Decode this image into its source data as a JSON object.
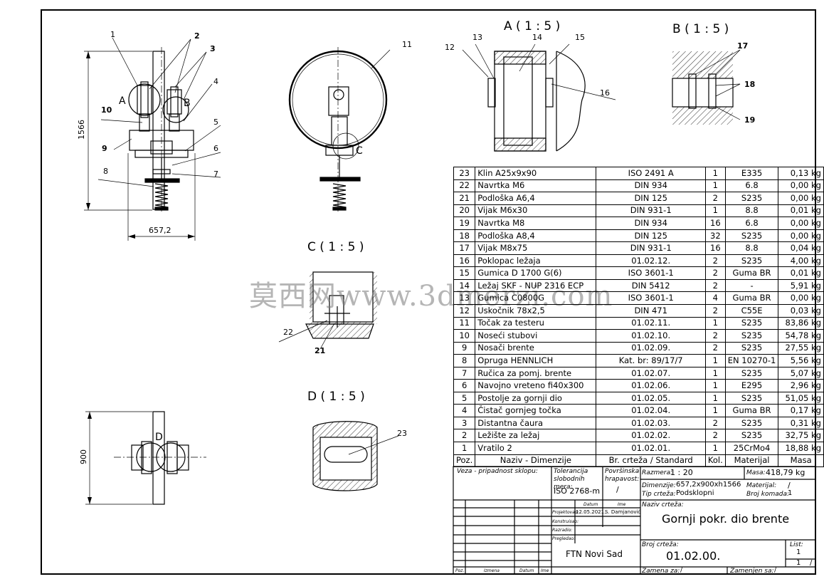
{
  "views": {
    "A": "A ( 1 : 5 )",
    "B": "B ( 1 : 5 )",
    "C": "C ( 1 : 5 )",
    "D": "D ( 1 : 5 )"
  },
  "view_markers": {
    "A": "A",
    "B": "B",
    "C": "C",
    "D": "D"
  },
  "dimensions": {
    "height": "1566",
    "width": "657,2",
    "depth": "900"
  },
  "callouts": [
    "1",
    "2",
    "3",
    "4",
    "5",
    "6",
    "7",
    "8",
    "9",
    "10",
    "11",
    "12",
    "13",
    "14",
    "15",
    "16",
    "17",
    "18",
    "19",
    "21",
    "22",
    "23"
  ],
  "watermark": "莫西网www.3dmerzi.com",
  "bom": {
    "rows": [
      {
        "poz": "23",
        "naziv": "Klin A25x9x90",
        "standard": "ISO 2491 A",
        "kol": "1",
        "mat": "E335",
        "masa": "0,13 kg"
      },
      {
        "poz": "22",
        "naziv": "Navrtka M6",
        "standard": "DIN 934",
        "kol": "1",
        "mat": "6.8",
        "masa": "0,00 kg"
      },
      {
        "poz": "21",
        "naziv": "Podloška A6,4",
        "standard": "DIN 125",
        "kol": "2",
        "mat": "S235",
        "masa": "0,00 kg"
      },
      {
        "poz": "20",
        "naziv": "Vijak M6x30",
        "standard": "DIN 931-1",
        "kol": "1",
        "mat": "8.8",
        "masa": "0,01 kg"
      },
      {
        "poz": "19",
        "naziv": "Navrtka M8",
        "standard": "DIN 934",
        "kol": "16",
        "mat": "6.8",
        "masa": "0,00 kg"
      },
      {
        "poz": "18",
        "naziv": "Podloška A8,4",
        "standard": "DIN 125",
        "kol": "32",
        "mat": "S235",
        "masa": "0,00 kg"
      },
      {
        "poz": "17",
        "naziv": "Vijak M8x75",
        "standard": "DIN 931-1",
        "kol": "16",
        "mat": "8.8",
        "masa": "0,04 kg"
      },
      {
        "poz": "16",
        "naziv": "Poklopac ležaja",
        "standard": "01.02.12.",
        "kol": "2",
        "mat": "S235",
        "masa": "4,00 kg"
      },
      {
        "poz": "15",
        "naziv": "Gumica D 1700 G(6)",
        "standard": "ISO 3601-1",
        "kol": "2",
        "mat": "Guma BR",
        "masa": "0,01 kg"
      },
      {
        "poz": "14",
        "naziv": "Ležaj SKF - NUP 2316 ECP",
        "standard": "DIN 5412",
        "kol": "2",
        "mat": "-",
        "masa": "5,91 kg"
      },
      {
        "poz": "13",
        "naziv": "Gumica C0800G",
        "standard": "ISO 3601-1",
        "kol": "4",
        "mat": "Guma BR",
        "masa": "0,00 kg"
      },
      {
        "poz": "12",
        "naziv": "Uskočnik 78x2,5",
        "standard": "DIN 471",
        "kol": "2",
        "mat": "C55E",
        "masa": "0,03 kg"
      },
      {
        "poz": "11",
        "naziv": "Točak za testeru",
        "standard": "01.02.11.",
        "kol": "1",
        "mat": "S235",
        "masa": "83,86 kg"
      },
      {
        "poz": "10",
        "naziv": "Noseći stubovi",
        "standard": "01.02.10.",
        "kol": "2",
        "mat": "S235",
        "masa": "54,78 kg"
      },
      {
        "poz": "9",
        "naziv": "Nosači brente",
        "standard": "01.02.09.",
        "kol": "2",
        "mat": "S235",
        "masa": "27,55 kg"
      },
      {
        "poz": "8",
        "naziv": "Opruga HENNLICH",
        "standard": "Kat. br: 89/17/7",
        "kol": "1",
        "mat": "EN 10270-1",
        "masa": "5,56 kg"
      },
      {
        "poz": "7",
        "naziv": "Ručica za pomj. brente",
        "standard": "01.02.07.",
        "kol": "1",
        "mat": "S235",
        "masa": "5,07 kg"
      },
      {
        "poz": "6",
        "naziv": "Navojno vreteno fi40x300",
        "standard": "01.02.06.",
        "kol": "1",
        "mat": "E295",
        "masa": "2,96 kg"
      },
      {
        "poz": "5",
        "naziv": "Postolje za gornji dio",
        "standard": "01.02.05.",
        "kol": "1",
        "mat": "S235",
        "masa": "51,05 kg"
      },
      {
        "poz": "4",
        "naziv": "Čistač gornjeg točka",
        "standard": "01.02.04.",
        "kol": "1",
        "mat": "Guma BR",
        "masa": "0,17 kg"
      },
      {
        "poz": "3",
        "naziv": "Distantna čaura",
        "standard": "01.02.03.",
        "kol": "2",
        "mat": "S235",
        "masa": "0,31 kg"
      },
      {
        "poz": "2",
        "naziv": "Ležište za ležaj",
        "standard": "01.02.02.",
        "kol": "2",
        "mat": "S235",
        "masa": "32,75 kg"
      },
      {
        "poz": "1",
        "naziv": "Vratilo 2",
        "standard": "01.02.01.",
        "kol": "1",
        "mat": "25CrMo4",
        "masa": "18,88 kg"
      }
    ],
    "header": {
      "poz": "Poz.",
      "naziv": "Naziv - Dimenzije",
      "standard": "Br. crteža / Standard",
      "kol": "Kol.",
      "mat": "Materijal",
      "masa": "Masa"
    }
  },
  "title_block": {
    "veza_label": "Veza - pripadnost sklopu:",
    "tolerancija_label": "Tolerancija slobodnih mera:",
    "tolerancija_value": "ISO 2768-m",
    "povrsinska_label": "Površinska hrapavost:",
    "povrsinska_value": "/",
    "razmera_label": "Razmera:",
    "razmera_value": "1 : 20",
    "masa_label": "Masa:",
    "masa_value": "418,79 kg",
    "dimenzije_label": "Dimenzije:",
    "dimenzije_value": "657,2x900xh1566",
    "materijal_label": "Materijal:",
    "materijal_value": "/",
    "tip_label": "Tip crteža:",
    "tip_value": "Podsklopni",
    "broj_komada_label": "Broj komada:",
    "broj_komada_value": "1",
    "datum_label": "Datum",
    "ime_label": "Ime",
    "projektovao_label": "Projektovao:",
    "projektovao_datum": "12.05.2021.",
    "projektovao_ime": "S. Damjanović",
    "konstruisao_label": "Konstruisao:",
    "razradio_label": "Razradio:",
    "pregledao_label": "Pregledao:",
    "naziv_label": "Naziv crteža:",
    "naziv_value": "Gornji pokr. dio brente",
    "institution": "FTN Novi Sad",
    "broj_crteza_label": "Broj crteža:",
    "broj_crteza_value": "01.02.00.",
    "list_label": "List:",
    "list_value": "1",
    "list_total": "1",
    "list_slash": "/",
    "zamena_label": "Zamena za:",
    "zamena_value": "/",
    "zamenjen_label": "Zamenjen sa:",
    "zamenjen_value": "/",
    "rev_poz": "Poz.",
    "rev_izmena": "Izmena",
    "rev_datum": "Datum",
    "rev_ime": "Ime"
  }
}
